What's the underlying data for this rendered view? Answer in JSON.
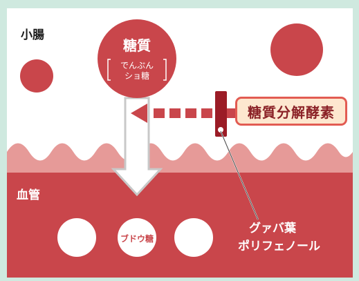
{
  "labels": {
    "small_intestine": "小腸",
    "blood_vessel": "血管",
    "carbohydrate": "糖質",
    "carb_sub_line1": "でんぷん",
    "carb_sub_line2": "ショ糖",
    "enzyme": "糖質分解酵素",
    "glucose": "ブドウ糖",
    "guava_line1": "グァバ葉",
    "guava_line2": "ポリフェノール"
  },
  "colors": {
    "background": "#cfe9df",
    "intestine_fill": "#ffffff",
    "wall_wave": "#e69a98",
    "vessel": "#c9464b",
    "ball": "#c9464b",
    "arrow_grey": "#c8c8c8",
    "blocker_dark": "#9b1c26",
    "enzyme_box_fill": "#fde7cf",
    "enzyme_box_border": "#e25b52",
    "enzyme_text": "#8b2227"
  }
}
